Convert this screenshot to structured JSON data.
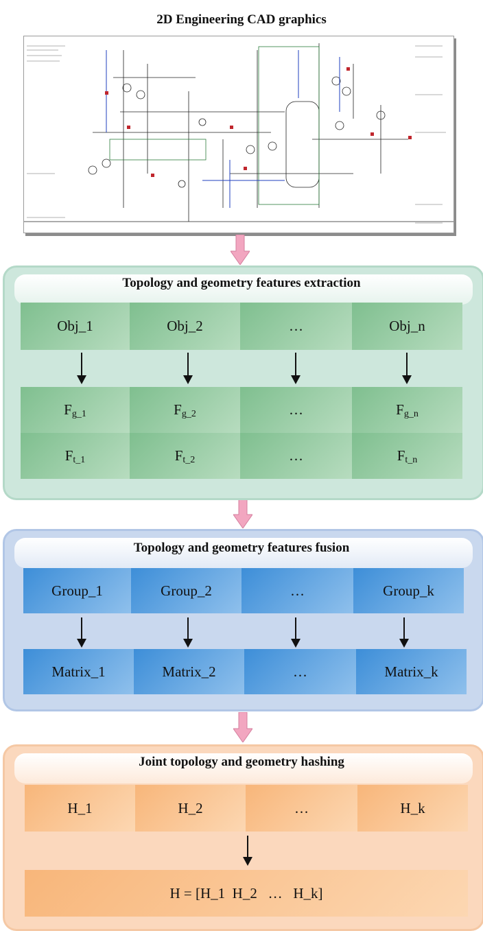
{
  "title": "2D Engineering CAD graphics",
  "panels": [
    {
      "title": "Topology and geometry features extraction",
      "objects": [
        "Obj_1",
        "Obj_2",
        "…",
        "Obj_n"
      ],
      "fg": [
        {
          "base": "F",
          "sub": "g_1"
        },
        {
          "base": "F",
          "sub": "g_2"
        },
        {
          "base": "…",
          "sub": ""
        },
        {
          "base": "F",
          "sub": "g_n"
        }
      ],
      "ft": [
        {
          "base": "F",
          "sub": "t_1"
        },
        {
          "base": "F",
          "sub": "t_2"
        },
        {
          "base": "…",
          "sub": ""
        },
        {
          "base": "F",
          "sub": "t_n"
        }
      ]
    },
    {
      "title": "Topology and geometry features fusion",
      "groups": [
        "Group_1",
        "Group_2",
        "…",
        "Group_k"
      ],
      "matrices": [
        "Matrix_1",
        "Matrix_2",
        "…",
        "Matrix_k"
      ]
    },
    {
      "title": "Joint topology and geometry hashing",
      "hashes": [
        "H_1",
        "H_2",
        "…",
        "H_k"
      ],
      "result": "H = [H_1  H_2   …   H_k]"
    }
  ],
  "colors": {
    "green_panel": "#cde7dc",
    "blue_panel": "#c9d8ee",
    "orange_panel": "#fbd8bd",
    "down_arrow": "#f2a6c0"
  }
}
